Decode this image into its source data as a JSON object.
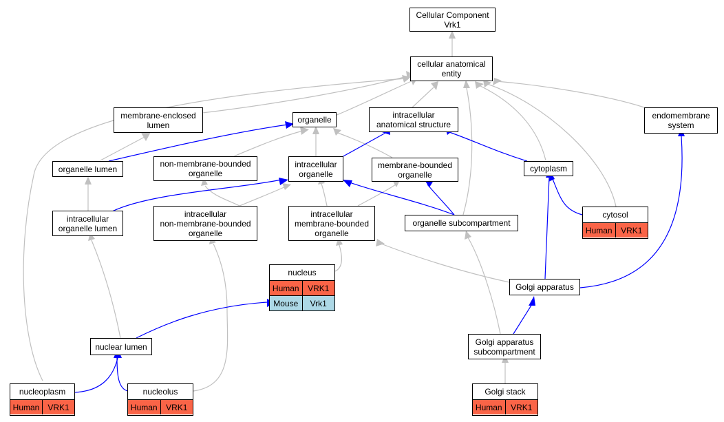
{
  "colors": {
    "is_a": "#c0c0c0",
    "part_of": "#0000ff",
    "human": "#fa6447",
    "mouse": "#add8e6"
  },
  "nodes": {
    "root": "Cellular Component\nVrk1",
    "cae": "cellular anatomical\nentity",
    "mel": "membrane-enclosed\nlumen",
    "org": "organelle",
    "ias": "intracellular\nanatomical structure",
    "ems": "endomembrane\nsystem",
    "olum": "organelle lumen",
    "nmbo": "non-membrane-bounded\norganelle",
    "io": "intracellular\norganelle",
    "mbo": "membrane-bounded\norganelle",
    "cyto": "cytoplasm",
    "iol": "intracellular\norganelle lumen",
    "inmbo": "intracellular\nnon-membrane-bounded\norganelle",
    "imbo": "intracellular\nmembrane-bounded\norganelle",
    "osc": "organelle subcompartment",
    "golgi": "Golgi apparatus",
    "nlum": "nuclear lumen",
    "gas": "Golgi apparatus\nsubcompartment"
  },
  "annotated": {
    "cytosol": {
      "title": "cytosol",
      "rows": [
        [
          "Human",
          "VRK1"
        ]
      ]
    },
    "nucleus": {
      "title": "nucleus",
      "rows": [
        [
          "Human",
          "VRK1"
        ],
        [
          "Mouse",
          "Vrk1"
        ]
      ]
    },
    "nucleoplasm": {
      "title": "nucleoplasm",
      "rows": [
        [
          "Human",
          "VRK1"
        ]
      ]
    },
    "nucleolus": {
      "title": "nucleolus",
      "rows": [
        [
          "Human",
          "VRK1"
        ]
      ]
    },
    "gstack": {
      "title": "Golgi stack",
      "rows": [
        [
          "Human",
          "VRK1"
        ]
      ]
    }
  }
}
